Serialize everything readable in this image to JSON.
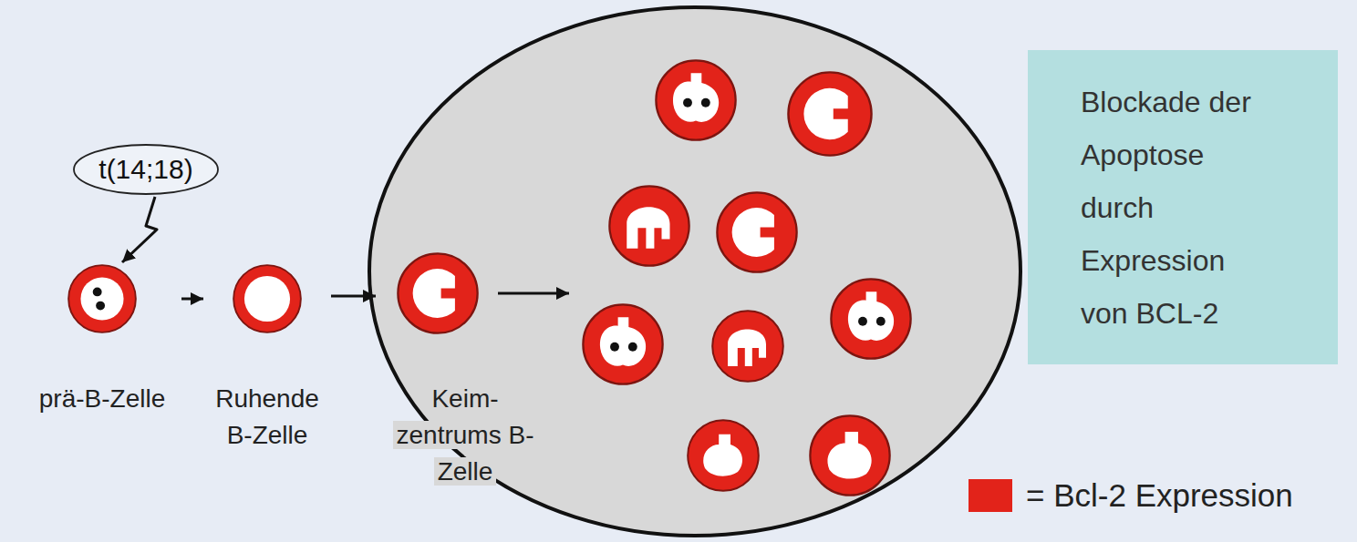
{
  "diagram": {
    "nodes": [
      {
        "text": [
          "t(14;18)"
        ]
      },
      {
        "text": [
          "prä-B-Zelle"
        ]
      },
      {
        "text": [
          "Ruhende B-Zelle"
        ]
      },
      {
        "text": [
          "Keim- zentrums B- Zelle"
        ]
      },
      {
        "text": [
          "Blockade der Apoptose durch Expression von BCL-2"
        ]
      }
    ],
    "edges": [
      {
        "from": 0,
        "to": 1,
        "arrow": "to"
      },
      {
        "from": 1,
        "to": 2,
        "arrow": "to"
      },
      {
        "from": 2,
        "to": 3,
        "arrow": "to"
      }
    ],
    "legend": [
      {
        "text": "= Bcl-2 Expression",
        "color": "#e2231a"
      }
    ]
  }
}
